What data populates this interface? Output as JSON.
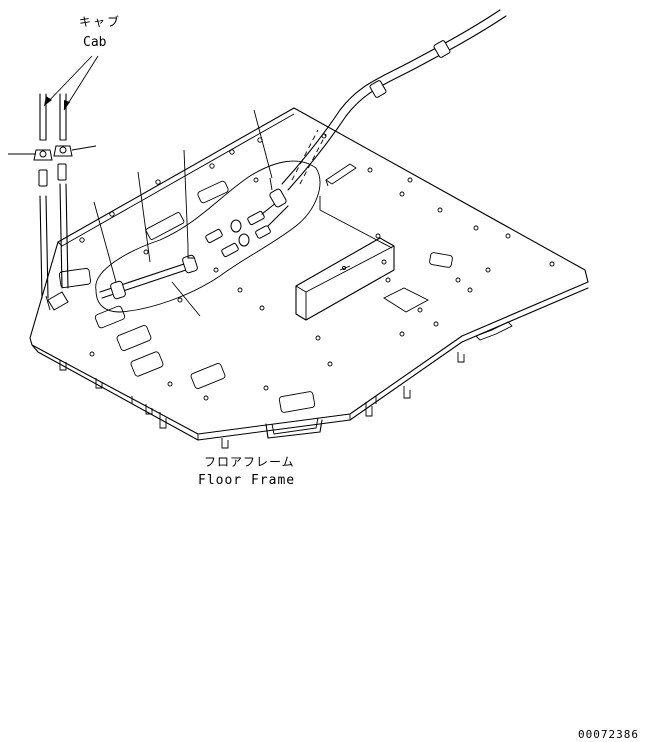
{
  "labels": {
    "cab_jp": "キャブ",
    "cab_en": "Cab",
    "floor_jp": "フロアフレーム",
    "floor_en": "Floor Frame",
    "drawing_number": "00072386"
  }
}
